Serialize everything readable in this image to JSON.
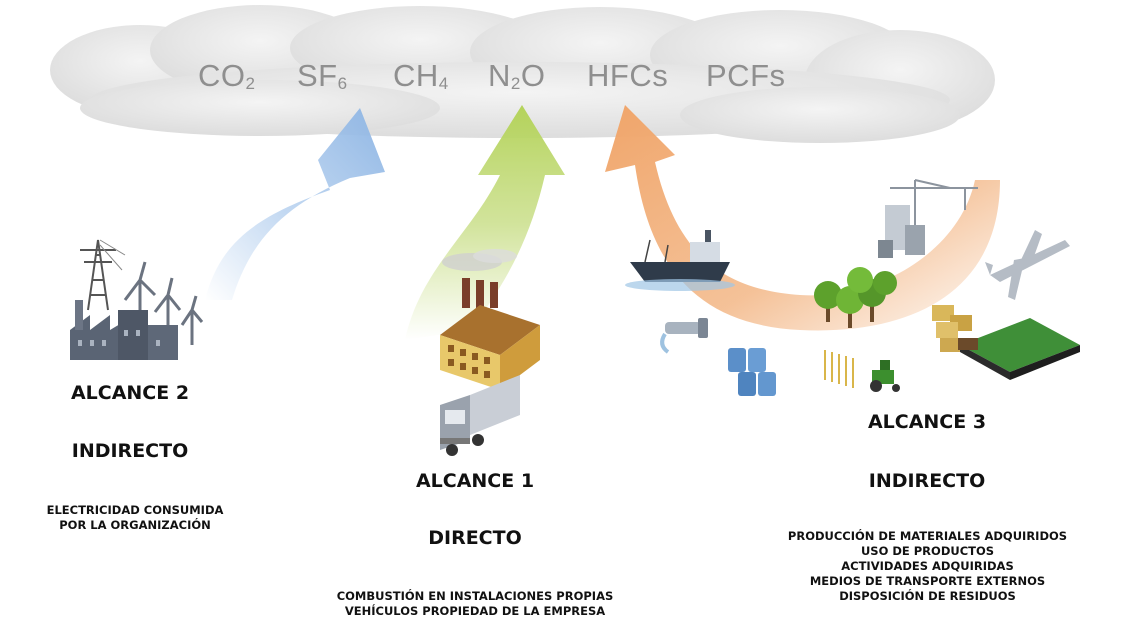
{
  "gases": {
    "co2": {
      "main": "CO",
      "sub": "2"
    },
    "sf6": {
      "main": "SF",
      "sub": "6"
    },
    "ch4": {
      "main": "CH",
      "sub": "4"
    },
    "n2o": {
      "main": "N",
      "sub": "2",
      "tail": "O"
    },
    "hfcs": {
      "main": "HFCs"
    },
    "pcfs": {
      "main": "PCFs"
    }
  },
  "scope2": {
    "title": "ALCANCE 2",
    "type": "INDIRECTO",
    "lines": [
      "ELECTRICIDAD CONSUMIDA",
      "POR LA ORGANIZACIÓN"
    ]
  },
  "scope1": {
    "title": "ALCANCE 1",
    "type": "DIRECTO",
    "lines": [
      "COMBUSTIÓN EN INSTALACIONES PROPIAS",
      "VEHÍCULOS PROPIEDAD DE LA EMPRESA"
    ]
  },
  "scope3": {
    "title": "ALCANCE 3",
    "type": "INDIRECTO",
    "lines": [
      "PRODUCCIÓN DE MATERIALES ADQUIRIDOS",
      "USO DE PRODUCTOS",
      "ACTIVIDADES ADQUIRIDAS",
      "MEDIOS DE TRANSPORTE EXTERNOS",
      "DISPOSICIÓN DE RESIDUOS"
    ]
  },
  "colors": {
    "cloud": "#e6e6e6",
    "arrow_scope2": "#a9c8ec",
    "arrow_scope1": "#c2da79",
    "arrow_scope3": "#f2b27e",
    "gas_text": "#8f8f8f"
  },
  "icons": [
    "electricity-tower-icon",
    "wind-turbine-icon",
    "power-plant-icon",
    "factory-icon",
    "truck-icon",
    "ship-icon",
    "barrels-icon",
    "pipe-icon",
    "trees-icon",
    "tractor-icon",
    "crane-icon",
    "building-icon",
    "airplane-icon",
    "boxes-icon",
    "landfill-icon"
  ]
}
